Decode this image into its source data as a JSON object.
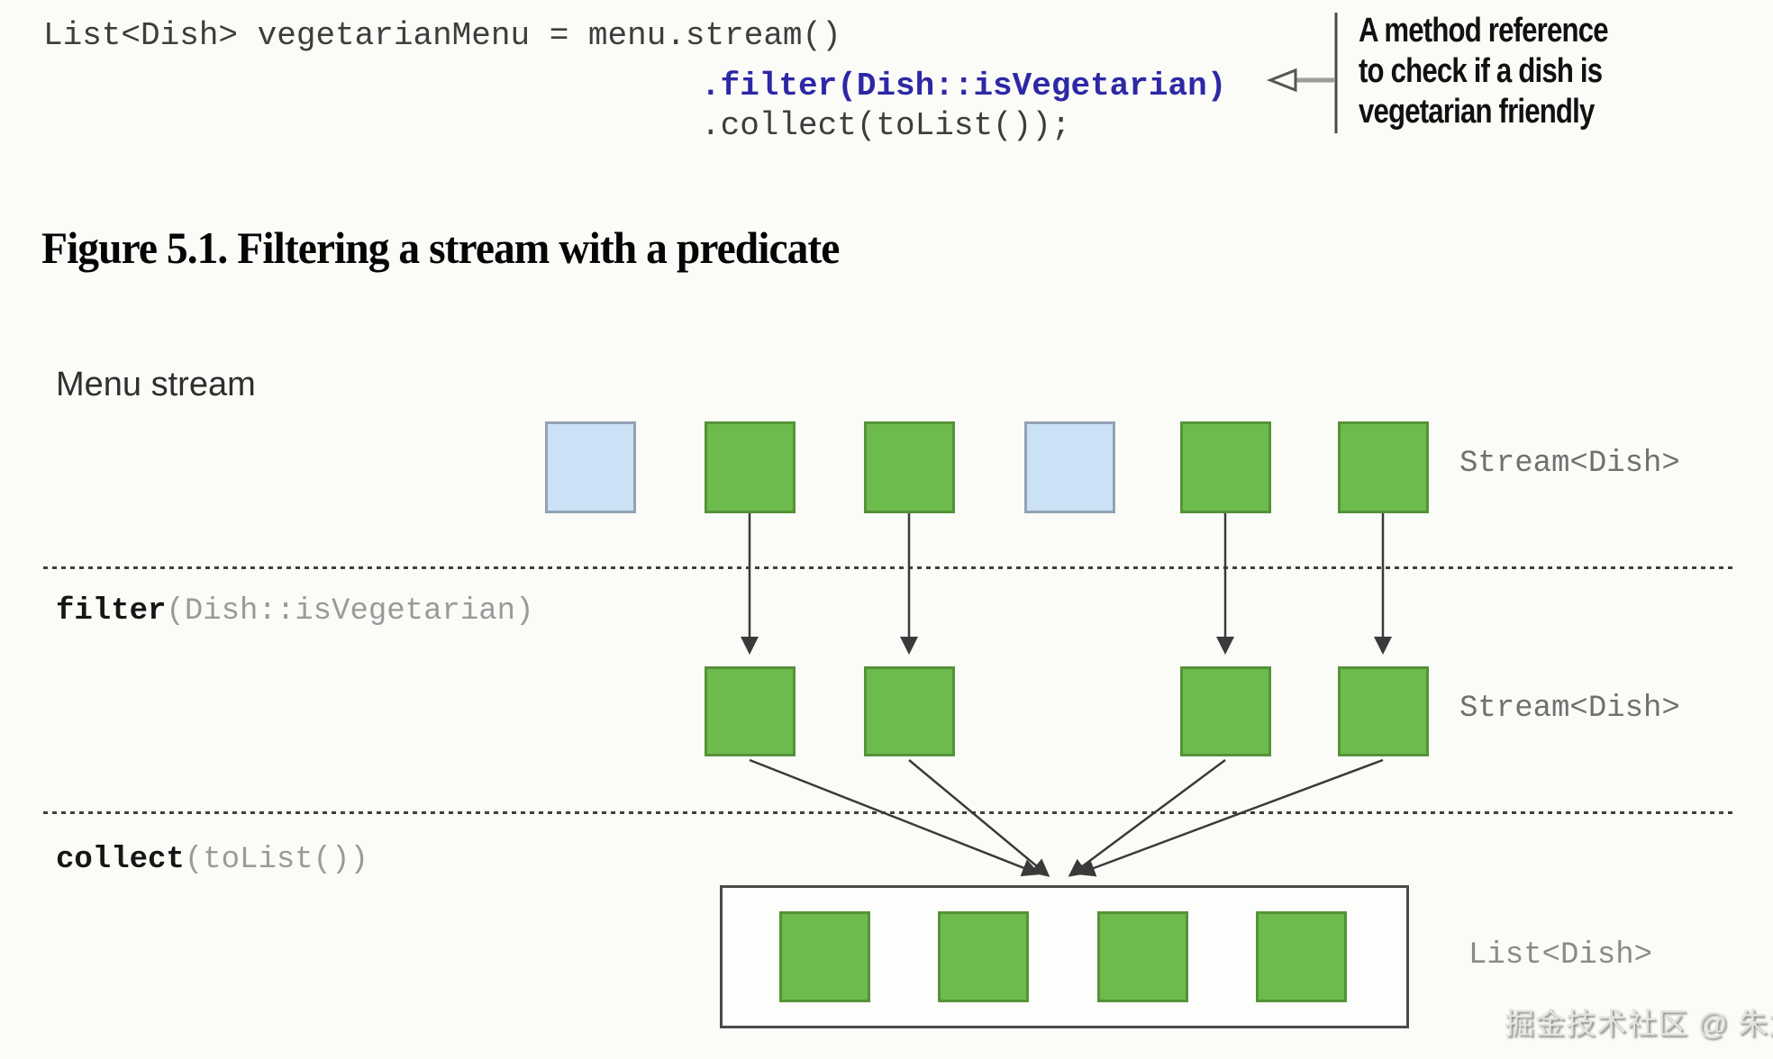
{
  "page_background": "#fbfbf8",
  "code": {
    "line1": "List<Dish> vegetarianMenu = menu.stream()",
    "line2": ".filter(Dish::isVegetarian)",
    "line3": ".collect(toList());",
    "highlight_color": "#2d28a6",
    "text_color": "#3d3d3d"
  },
  "callout": {
    "lines": [
      "A method reference",
      "to check if a dish is",
      "vegetarian friendly"
    ]
  },
  "figure_title": "Figure 5.1. Filtering a stream with a predicate",
  "diagram": {
    "menu_stream_label": "Menu stream",
    "filter_label": {
      "name": "filter",
      "args": "(Dish::isVegetarian)"
    },
    "collect_label": {
      "name": "collect",
      "args": "(toList())"
    },
    "row1_type_label": "Stream<Dish>",
    "row2_type_label": "Stream<Dish>",
    "result_type_label": "List<Dish>",
    "row1": [
      "non-vegetarian",
      "vegetarian",
      "vegetarian",
      "non-vegetarian",
      "vegetarian",
      "vegetarian"
    ],
    "row2": [
      "vegetarian",
      "vegetarian",
      "vegetarian",
      "vegetarian"
    ],
    "row3": [
      "vegetarian",
      "vegetarian",
      "vegetarian",
      "vegetarian"
    ],
    "colors": {
      "vegetarian_fill": "#6dbb4d",
      "vegetarian_border": "#559238",
      "non_vegetarian_fill": "#cbe1f5",
      "non_vegetarian_border": "#93a2b2",
      "arrow": "#3a3a3a",
      "callout_rule": "#4a4a4a"
    }
  },
  "watermark": "掘金技术社区 @ 朱龙凯"
}
